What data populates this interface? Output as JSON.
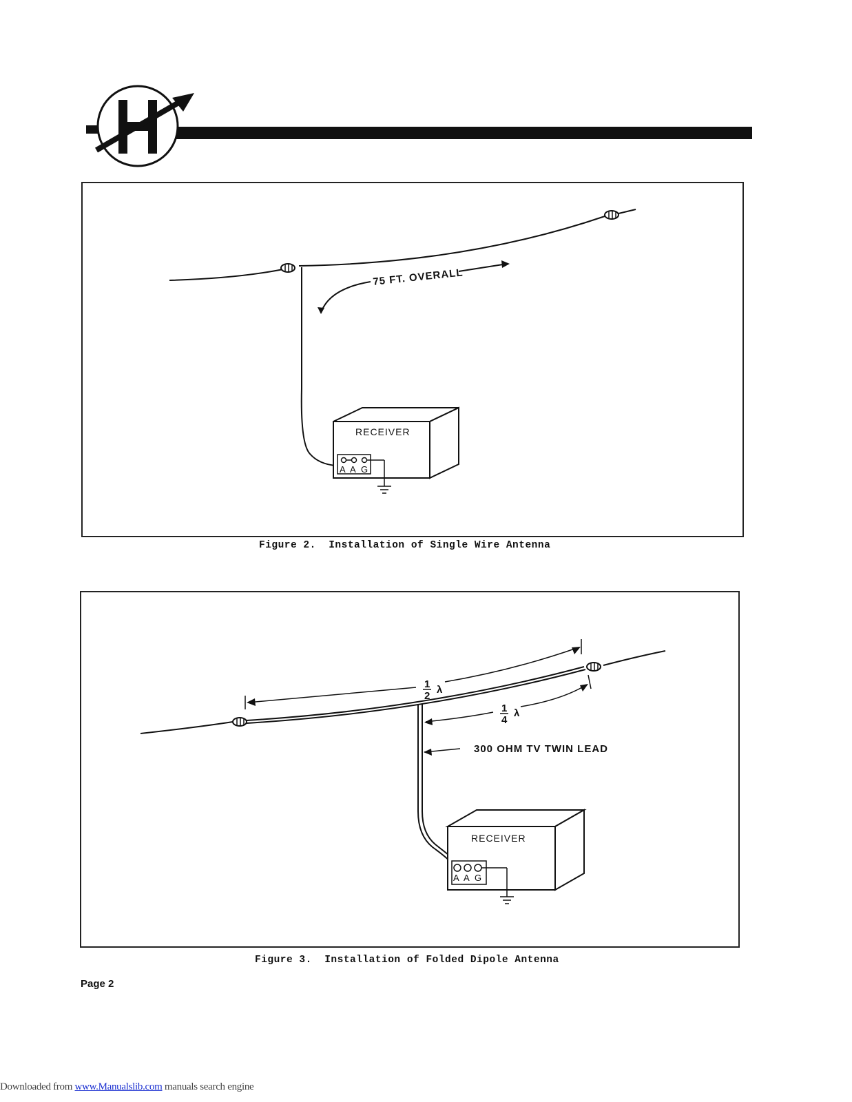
{
  "header": {
    "logo_icon": "heathkit-h-arrow-logo-icon"
  },
  "figure2": {
    "overall_label": "75 FT. OVERALL",
    "receiver_label": "RECEIVER",
    "terminals": [
      "A",
      "A",
      "G"
    ],
    "caption": "Figure 2.  Installation of Single Wire Antenna"
  },
  "figure3": {
    "half_num": "1",
    "half_den": "2",
    "quarter_num": "1",
    "quarter_den": "4",
    "lambda": "λ",
    "twin_lead_label": "300 OHM TV TWIN LEAD",
    "receiver_label": "RECEIVER",
    "terminals": [
      "A",
      "A",
      "G"
    ],
    "caption": "Figure 3.  Installation of Folded Dipole Antenna"
  },
  "page": {
    "number_label": "Page 2"
  },
  "footer": {
    "prefix": "Downloaded from ",
    "link_text": "www.Manualslib.com",
    "suffix": "  manuals search engine"
  }
}
